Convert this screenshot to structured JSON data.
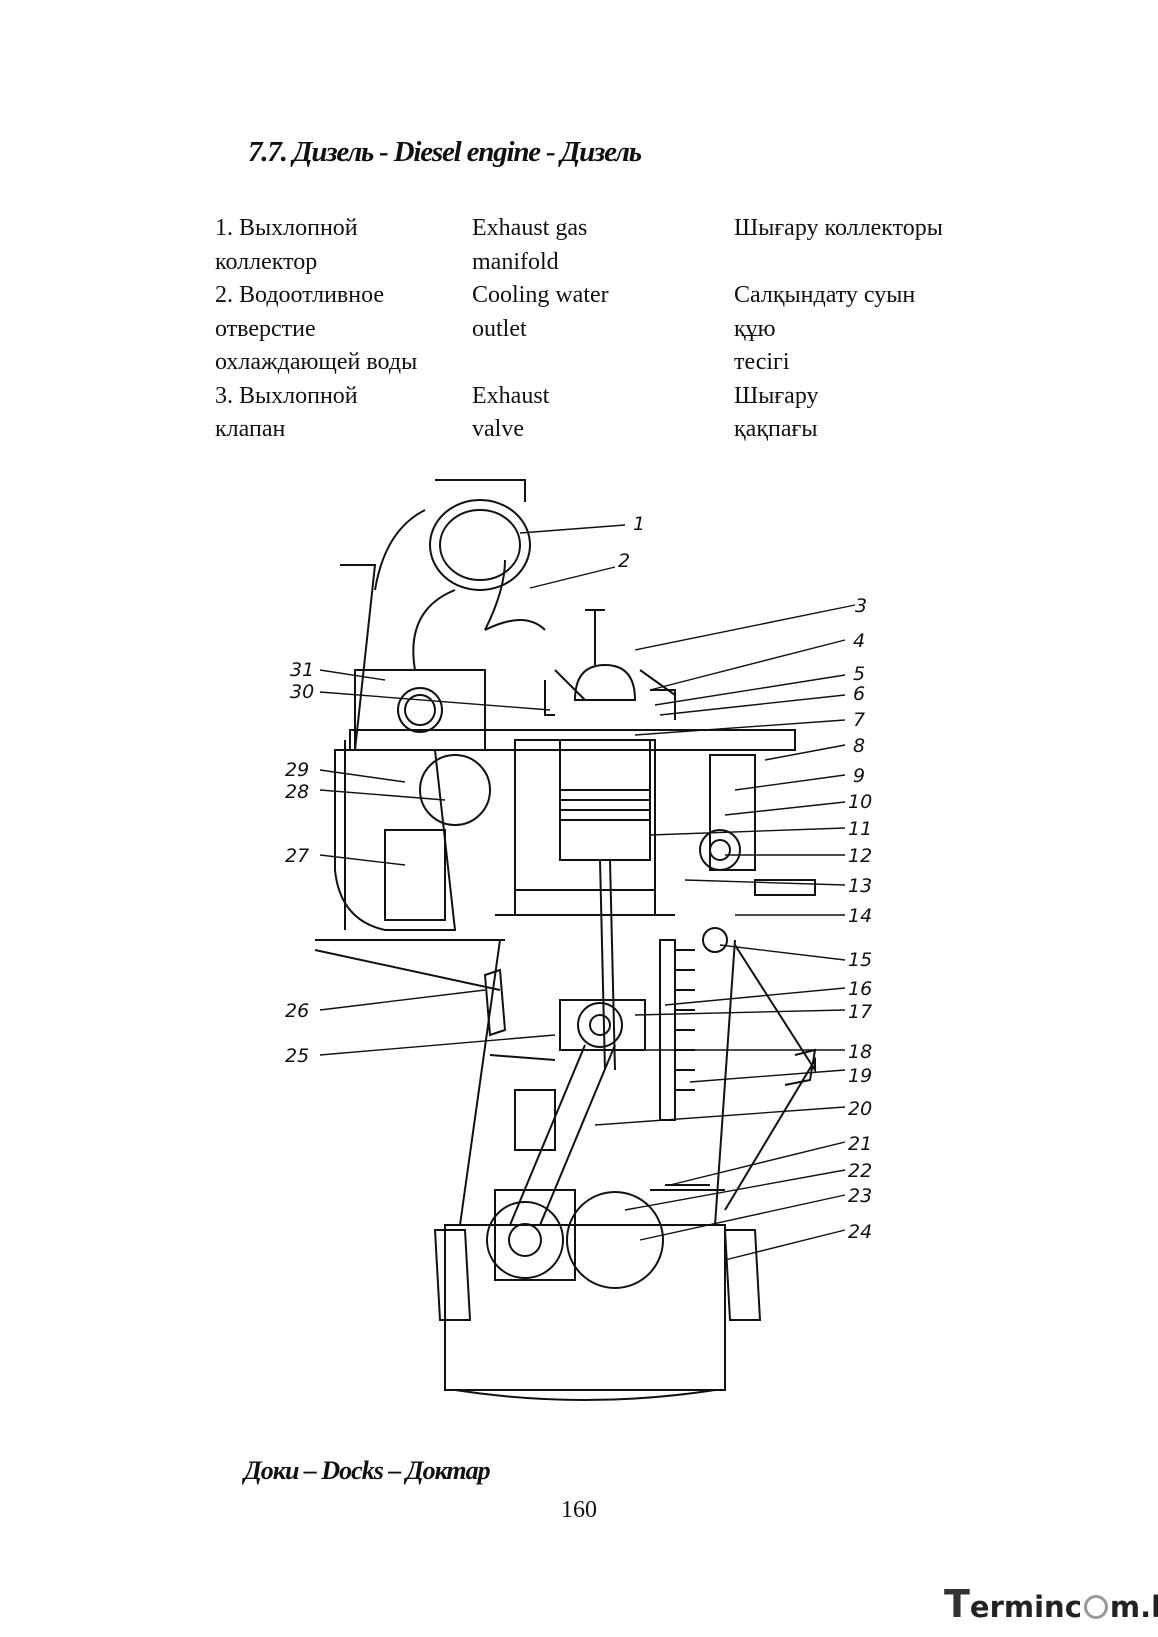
{
  "heading": "7.7. Дизель - Diesel engine - Дизель",
  "terms": [
    {
      "ru": [
        "1. Выхлопной",
        "коллектор"
      ],
      "en": [
        "Exhaust gas",
        "manifold"
      ],
      "kz": [
        "Шығару коллекторы"
      ]
    },
    {
      "ru": [
        "2. Водоотливное",
        "отверстие",
        "охлаждающей  воды"
      ],
      "en": [
        "Cooling water",
        "outlet"
      ],
      "kz": [
        "Салқындату суын",
        "құю",
        "тесігі"
      ]
    },
    {
      "ru": [
        "3.  Выхлопной",
        "клапан"
      ],
      "en": [
        "Exhaust",
        "valve"
      ],
      "kz": [
        "Шығару",
        "қақпағы"
      ]
    }
  ],
  "figure": {
    "right_labels": [
      "1",
      "2",
      "3",
      "4",
      "5",
      "6",
      "7",
      "8",
      "9",
      "10",
      "11",
      "12",
      "13",
      "14",
      "15",
      "16",
      "17",
      "18",
      "19",
      "20",
      "21",
      "22",
      "23",
      "24"
    ],
    "left_labels": [
      "31",
      "30",
      "29",
      "28",
      "27",
      "26",
      "25"
    ]
  },
  "footer": "Доки – Docks – Доктар",
  "page_number": "160",
  "logo": {
    "letter": "T",
    "text_before": "erminc",
    "text_after": "m.kz"
  }
}
